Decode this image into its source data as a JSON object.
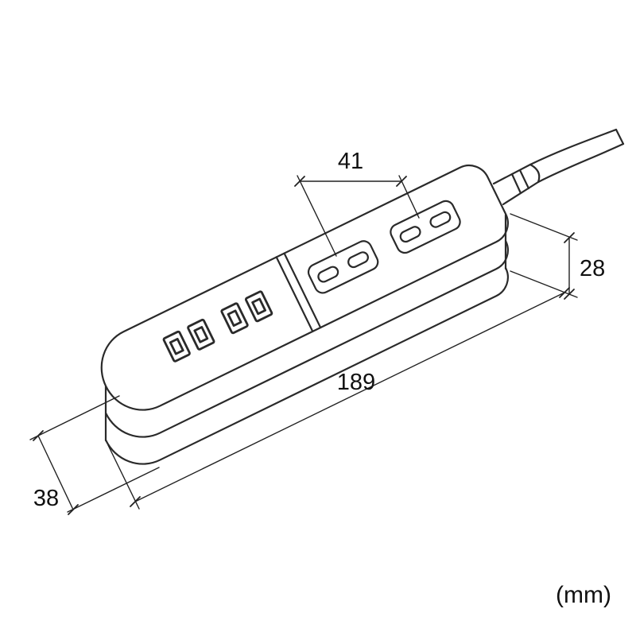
{
  "dimensions": {
    "outlet_pitch": "41",
    "height": "28",
    "length": "189",
    "width": "38"
  },
  "unit_label": "(mm)",
  "colors": {
    "line": "#2a2a2a",
    "dimension": "#222222",
    "background": "#ffffff"
  }
}
